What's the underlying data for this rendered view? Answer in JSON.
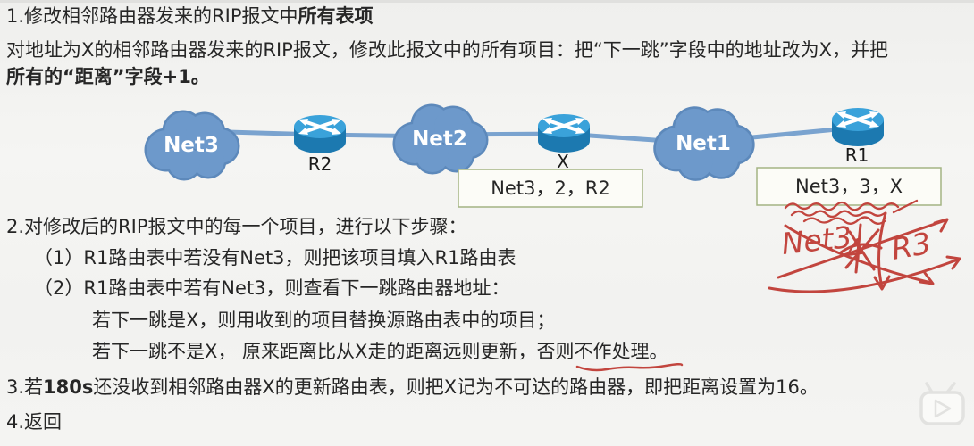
{
  "colors": {
    "background": "#f2f2f0",
    "text": "#262626",
    "cloud_fill": "#6d99cb",
    "cloud_border": "#5d89bb",
    "router_top": "#3aa2da",
    "router_body": "#1c79b0",
    "link_line": "#7aa3cf",
    "entry_box_border": "#a3b383",
    "entry_box_bg": "#fcfcf7",
    "annotation_red": "#c2453e",
    "watermark_gray": "#e2e2e0"
  },
  "step1": {
    "line1_normal": "1.修改相邻路由器发来的RIP报文中",
    "line1_bold": "所有表项",
    "line2": "对地址为X的相邻路由器发来的RIP报文，修改此报文中的所有项目：把“下一跳”字段中的地址改为X，并把",
    "line3_bold": "所有的“距离”字段+1。"
  },
  "diagram": {
    "clouds": [
      {
        "label": "Net3"
      },
      {
        "label": "Net2"
      },
      {
        "label": "Net1"
      }
    ],
    "routers": [
      {
        "label": "R2"
      },
      {
        "label": "X"
      },
      {
        "label": "R1"
      }
    ],
    "route_entries": [
      {
        "value": "Net3，2，R2"
      },
      {
        "value": "Net3，3，X"
      }
    ],
    "handwritten_note": {
      "text": "Net3，4，R3",
      "part1": "Net3",
      "part2": "4",
      "part3": "R3",
      "crossed_out": true
    }
  },
  "step2": {
    "heading": "2.对修改后的RIP报文中的每一个项目，进行以下步骤：",
    "item1": "（1）R1路由表中若没有Net3，则把该项目填入R1路由表",
    "item2": "（2）R1路由表中若有Net3，则查看下一跳路由器地址：",
    "item2_sub1": "若下一跳是X，则用收到的项目替换源路由表中的项目；",
    "item2_sub2": "若下一跳不是X， 原来距离比从X走的距离远则更新，否则不作处理。"
  },
  "step3": {
    "prefix": "3.若",
    "bold": "180s",
    "suffix": "还没收到相邻路由器X的更新路由表，则把X记为不可达的路由器，即把距离设置为16。"
  },
  "step4": {
    "text": "4.返回"
  }
}
